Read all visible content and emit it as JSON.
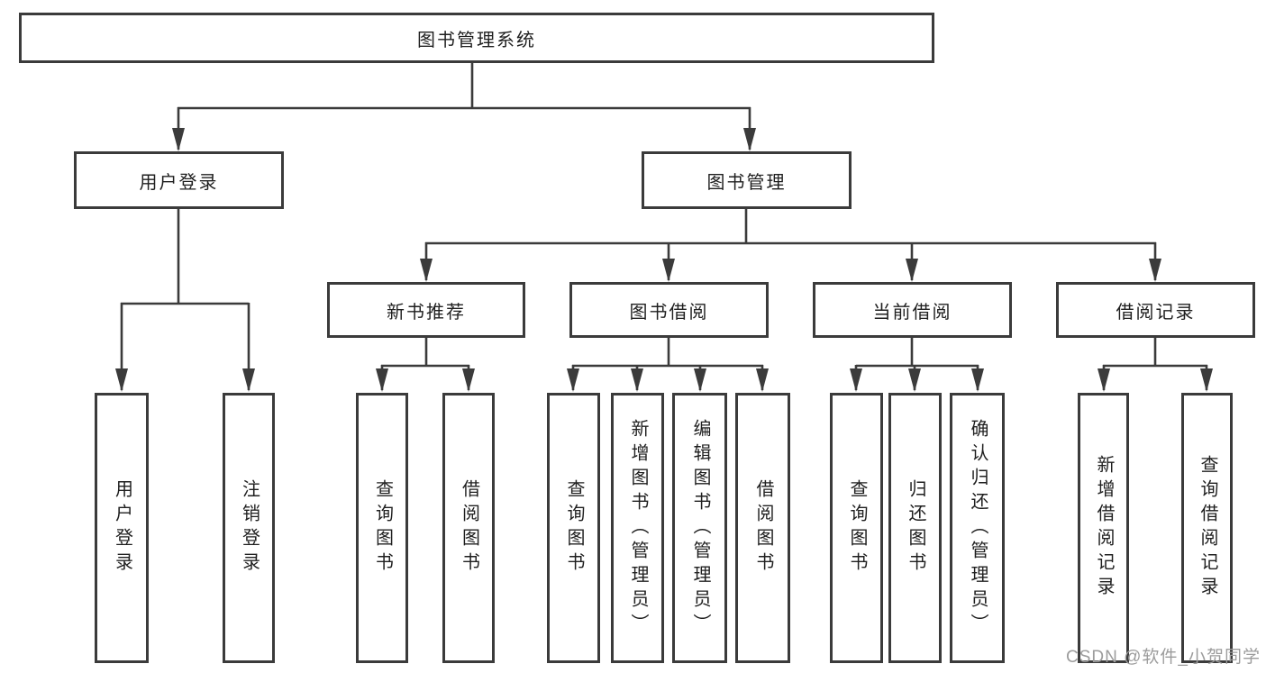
{
  "diagram": {
    "title": "图书管理系统",
    "tree": {
      "root": "图书管理系统",
      "children": [
        {
          "label": "用户登录",
          "children": [
            {
              "label": "用户登录"
            },
            {
              "label": "注销登录"
            }
          ]
        },
        {
          "label": "图书管理",
          "children": [
            {
              "label": "新书推荐",
              "children": [
                {
                  "label": "查询图书"
                },
                {
                  "label": "借阅图书"
                }
              ]
            },
            {
              "label": "图书借阅",
              "children": [
                {
                  "label": "查询图书"
                },
                {
                  "label": "新增图书（管理员）"
                },
                {
                  "label": "编辑图书（管理员）"
                },
                {
                  "label": "借阅图书"
                }
              ]
            },
            {
              "label": "当前借阅",
              "children": [
                {
                  "label": "查询图书"
                },
                {
                  "label": "归还图书"
                },
                {
                  "label": "确认归还（管理员）"
                }
              ]
            },
            {
              "label": "借阅记录",
              "children": [
                {
                  "label": "新增借阅记录"
                },
                {
                  "label": "查询借阅记录"
                }
              ]
            }
          ]
        }
      ]
    },
    "watermark": "CSDN @软件_小贺同学",
    "colors": {
      "line": "#3b3b3b",
      "text": "#1f1f1f",
      "watermark": "#9c9c9c",
      "background": "#ffffff"
    }
  }
}
